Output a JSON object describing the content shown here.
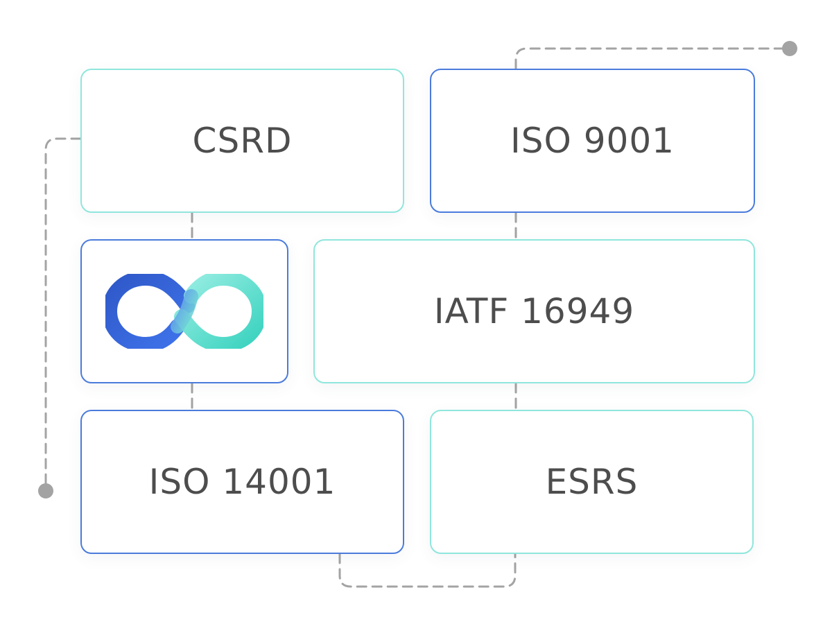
{
  "boxes": {
    "csrd": "CSRD",
    "iso9001": "ISO 9001",
    "iatf": "IATF 16949",
    "iso14001": "ISO 14001",
    "esrs": "ESRS"
  },
  "logo": {
    "icon": "infinity-logo-icon"
  },
  "colors": {
    "blue_border": "#4a7bdc",
    "teal_border": "#8fe6dc",
    "connector": "#a3a3a3",
    "text": "#4d4d4d",
    "logo_blue": "#3a66e0",
    "logo_teal": "#5fdccb"
  }
}
